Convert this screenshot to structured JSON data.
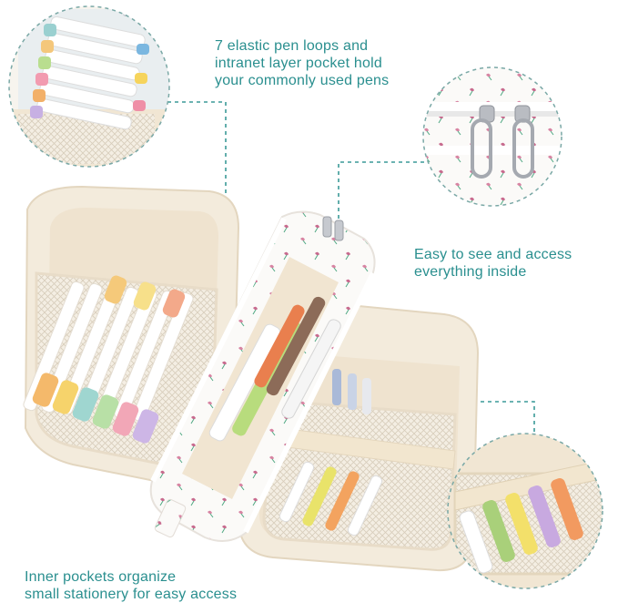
{
  "captions": {
    "loops": {
      "line1": "7 elastic pen loops and",
      "line2": "intranet layer pocket hold",
      "line3": "your commonly used pens"
    },
    "access": {
      "line1": "Easy to see and access",
      "line2": "everything inside"
    },
    "pockets": {
      "line1": "Inner pockets organize",
      "line2": "small stationery for easy access"
    }
  },
  "colors": {
    "accent": "#2a8f8f",
    "case_body": "#f3ebdc",
    "case_lining": "#efe3cf",
    "mesh": "#e9e1d2",
    "flower": "#c86a8e",
    "leaf": "#4fa883",
    "zipper": "#b9bcc2"
  },
  "icons": [
    "zipper-pull-icon",
    "flower-print-icon",
    "pen-icon",
    "mesh-pocket-icon"
  ]
}
